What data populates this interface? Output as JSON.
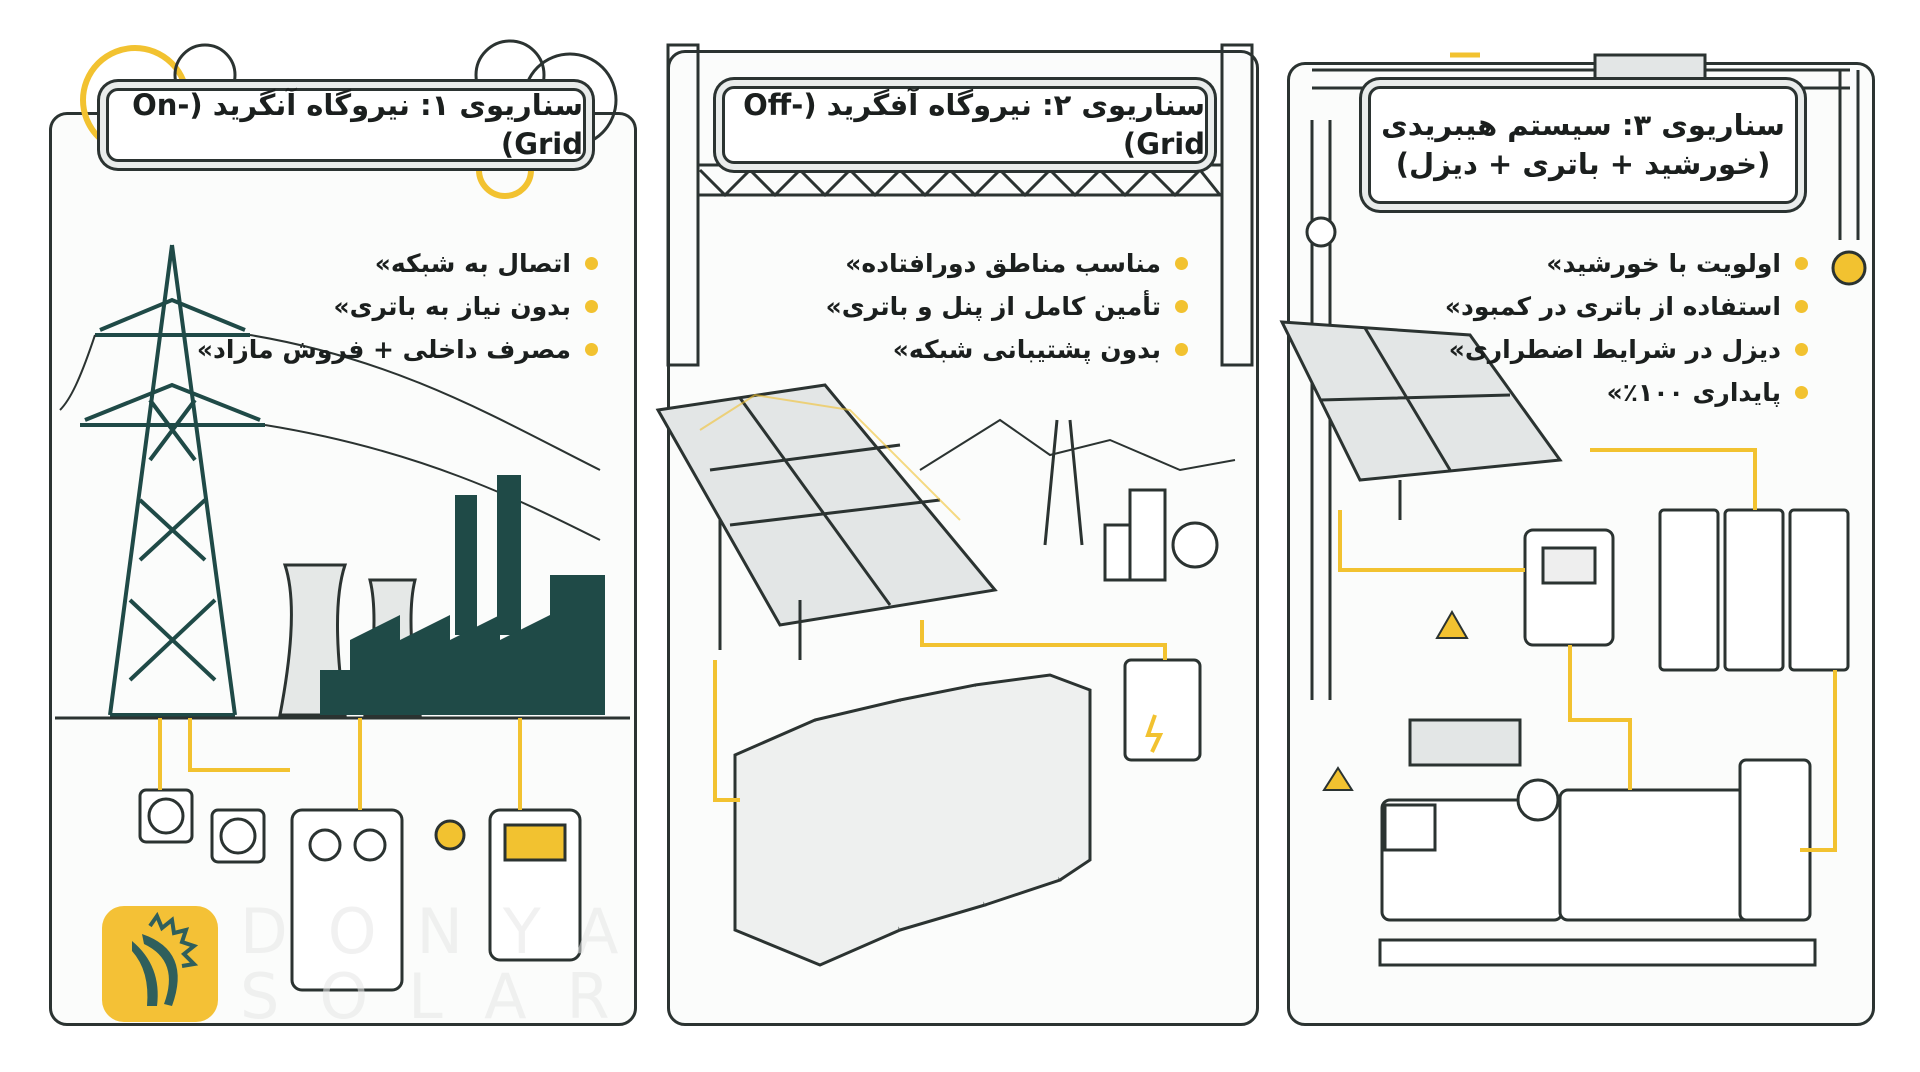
{
  "colors": {
    "ink": "#2b3331",
    "accent": "#f2c230",
    "factory": "#1f4a47"
  },
  "scenarios": [
    {
      "title": "سناریوی ۱: نیروگاه آنگرید (On-Grid)",
      "bullets": [
        "اتصال به شبکه»",
        "بدون نیاز به باتری»",
        "مصرف داخلی + فروش مازاد»"
      ]
    },
    {
      "title": "سناریوی ۲: نیروگاه آفگرید (Off-Grid)",
      "bullets": [
        "مناسب مناطق دورافتاده»",
        "تأمین کامل از پنل و باتری»",
        "بدون پشتیبانی شبکه»"
      ]
    },
    {
      "title_line1": "سناریوی ۳: سیستم هیبریدی",
      "title_line2": "(خورشید + باتری + دیزل)",
      "bullets": [
        "اولویت با خورشید»",
        "استفاده از باتری در کمبود»",
        "دیزل در شرایط اضطراری»",
        "پایداری ۱۰۰٪»"
      ]
    }
  ],
  "watermark": {
    "line1": "DONYA",
    "line2": "SOLAR"
  },
  "icons": [
    "gear-icon",
    "transmission-tower-icon",
    "factory-icon",
    "solar-panel-icon",
    "battery-icon",
    "inverter-icon",
    "diesel-generator-icon",
    "warning-icon",
    "valve-icon",
    "gauge-icon",
    "sun-logo-icon"
  ]
}
